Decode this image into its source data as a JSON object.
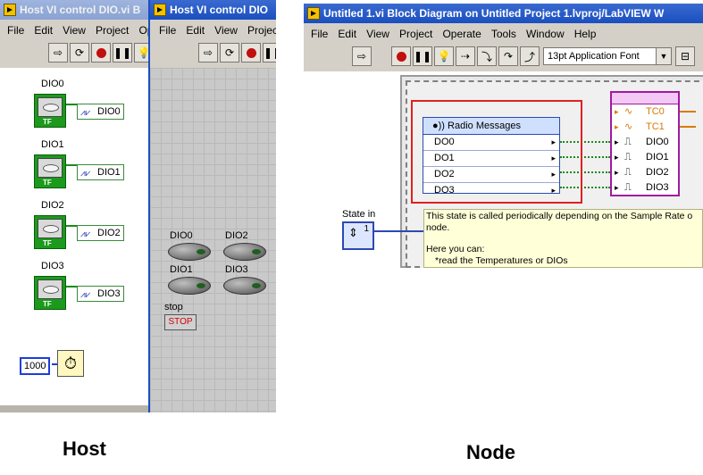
{
  "host_window": {
    "title": "Host VI control DIO.vi B",
    "menu": [
      "File",
      "Edit",
      "View",
      "Project",
      "Ope"
    ],
    "dio_labels": [
      "DIO0",
      "DIO1",
      "DIO2",
      "DIO3"
    ],
    "io_nodes": [
      "DIO0",
      "DIO1",
      "DIO2",
      "DIO3"
    ],
    "constant": "1000",
    "bool_tf": "TF"
  },
  "front_panel": {
    "title": "Host VI control DIO",
    "menu": [
      "File",
      "Edit",
      "View",
      "Project"
    ],
    "leds": [
      "DIO0",
      "DIO2",
      "DIO1",
      "DIO3"
    ],
    "stop_label": "stop",
    "stop_button": "STOP"
  },
  "node_window": {
    "title": "Untitled 1.vi Block Diagram on Untitled Project 1.lvproj/LabVIEW W",
    "menu": [
      "File",
      "Edit",
      "View",
      "Project",
      "Operate",
      "Tools",
      "Window",
      "Help"
    ],
    "font_selector": "13pt Application Font",
    "cluster_header": "Radio Messages",
    "cluster_rows": [
      "DO0",
      "DO1",
      "DO2",
      "DO3"
    ],
    "bundle_rows": [
      "TC0",
      "TC1",
      "DIO0",
      "DIO1",
      "DIO2",
      "DIO3"
    ],
    "state_label": "State in",
    "state_value": "1",
    "comment": {
      "line1": "This state is called periodically depending on the Sample Rate o",
      "line2": "node.",
      "line3": "Here you can:",
      "line4": "*read the Temperatures or DIOs"
    },
    "highlight_color": "#e02020"
  },
  "captions": {
    "host": "Host",
    "node": "Node"
  },
  "icons": [
    "run-arrow-icon",
    "run-continuous-icon",
    "abort-icon",
    "pause-icon",
    "highlight-icon",
    "wait-ms-icon",
    "waveform-icon"
  ]
}
